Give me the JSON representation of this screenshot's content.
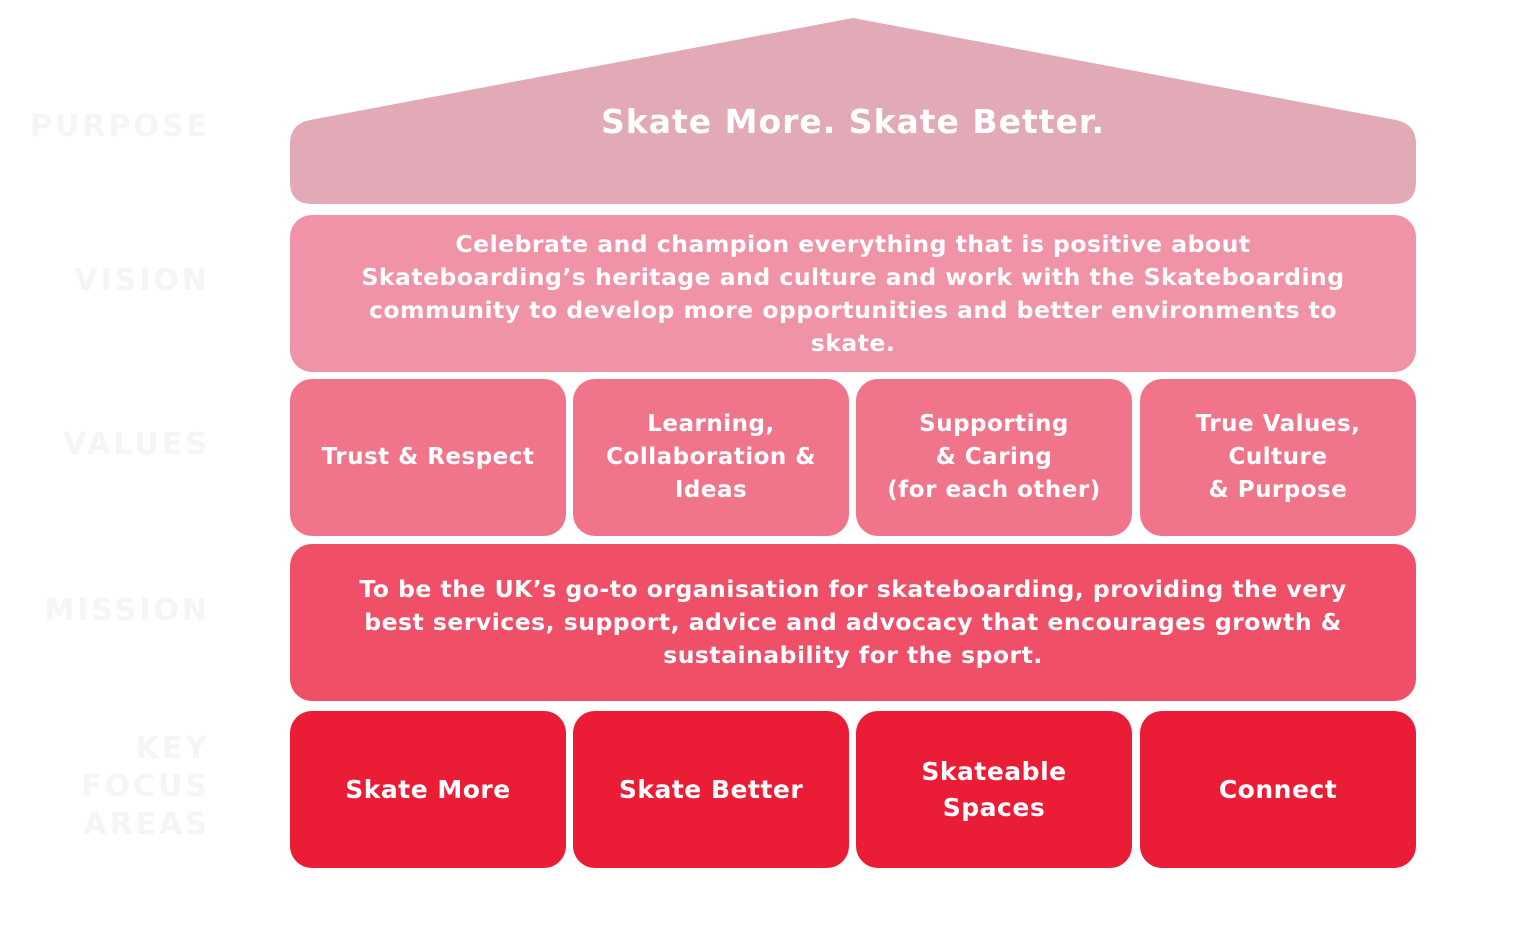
{
  "labels": {
    "purpose": "PURPOSE",
    "vision": "VISION",
    "values": "VALUES",
    "mission": "MISSION",
    "key_focus_areas": "KEY\nFOCUS\nAREAS"
  },
  "purpose": {
    "text": "Skate More. Skate Better."
  },
  "vision": {
    "text": "Celebrate and champion everything that is positive about Skateboarding’s heritage and culture and work with the Skateboarding community to develop more opportunities and better environments to skate."
  },
  "values": [
    {
      "text": "Trust & Respect"
    },
    {
      "text": "Learning,\nCollaboration &\nIdeas"
    },
    {
      "text": "Supporting\n& Caring\n(for each other)"
    },
    {
      "text": "True Values,\nCulture\n& Purpose"
    }
  ],
  "mission": {
    "text": "To be the UK’s go-to organisation for skateboarding, providing the very best services, support, advice and advocacy that encourages growth & sustainability for the sport."
  },
  "focus_areas": [
    {
      "text": "Skate More"
    },
    {
      "text": "Skate Better"
    },
    {
      "text": "Skateable\nSpaces"
    },
    {
      "text": "Connect"
    }
  ],
  "colors": {
    "purpose": "#e2a9b7",
    "vision": "#f093a6",
    "values": "#f0758a",
    "mission": "#ef5068",
    "focus": "#eb1c36",
    "side_label": "#f5f5f5"
  }
}
